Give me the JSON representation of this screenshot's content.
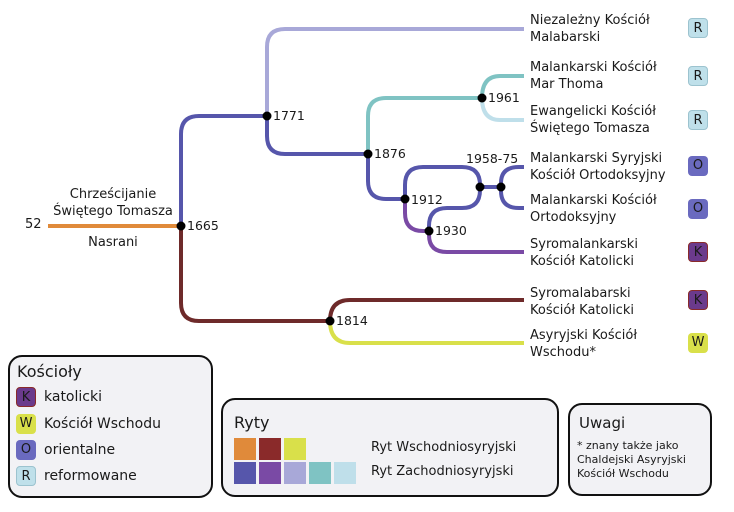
{
  "colors": {
    "orange": "#e08a3a",
    "maroon": "#6e2a2a",
    "yellow": "#d9e04a",
    "indigo": "#5656ab",
    "purple": "#7a4aa5",
    "lavender": "#a8a8d8",
    "teal": "#7fc3c3",
    "lightblue": "#bfdfea"
  },
  "root": {
    "year_start": "52",
    "name_top": "Chrześcijanie\nŚwiętego Tomasza",
    "name_bottom": "Nasrani"
  },
  "nodes": {
    "n1665": "1665",
    "n1771": "1771",
    "n1876": "1876",
    "n1961": "1961",
    "n1912": "1912",
    "n1930": "1930",
    "n1958": "1958-75",
    "n1814": "1814"
  },
  "churches": [
    {
      "name": "Niezależny Kościół\nMalabarski",
      "badge": "R"
    },
    {
      "name": "Malankarski Kościół\nMar Thoma",
      "badge": "R"
    },
    {
      "name": "Ewangelicki Kościół\nŚwiętego Tomasza",
      "badge": "R"
    },
    {
      "name": "Malankarski Syryjski\nKościół Ortodoksyjny",
      "badge": "O"
    },
    {
      "name": "Malankarski Kościół\nOrtodoksyjny",
      "badge": "O"
    },
    {
      "name": "Syromalankarski\nKościół Katolicki",
      "badge": "K"
    },
    {
      "name": "Syromalabarski\nKościół Katolicki",
      "badge": "K"
    },
    {
      "name": "Asyryjski Kościół\nWschodu*",
      "badge": "W"
    }
  ],
  "legend_churches": {
    "title": "Kościoły",
    "items": [
      {
        "badge": "K",
        "label": "katolicki"
      },
      {
        "badge": "W",
        "label": "Kościół Wschodu"
      },
      {
        "badge": "O",
        "label": "orientalne"
      },
      {
        "badge": "R",
        "label": "reformowane"
      }
    ]
  },
  "legend_rites": {
    "title": "Ryty",
    "east": {
      "label": "Ryt Wschodniosyryjski",
      "colors": [
        "#e08a3a",
        "#8a2a2a",
        "#d9e04a"
      ]
    },
    "west": {
      "label": "Ryt Zachodniosyryjski",
      "colors": [
        "#5656ab",
        "#7a4aa5",
        "#a8a8d8",
        "#7fc3c3",
        "#bfdfea"
      ]
    }
  },
  "notes": {
    "title": "Uwagi",
    "text": "* znany także jako\n  Chaldejski Asyryjski\n  Kościół Wschodu"
  }
}
